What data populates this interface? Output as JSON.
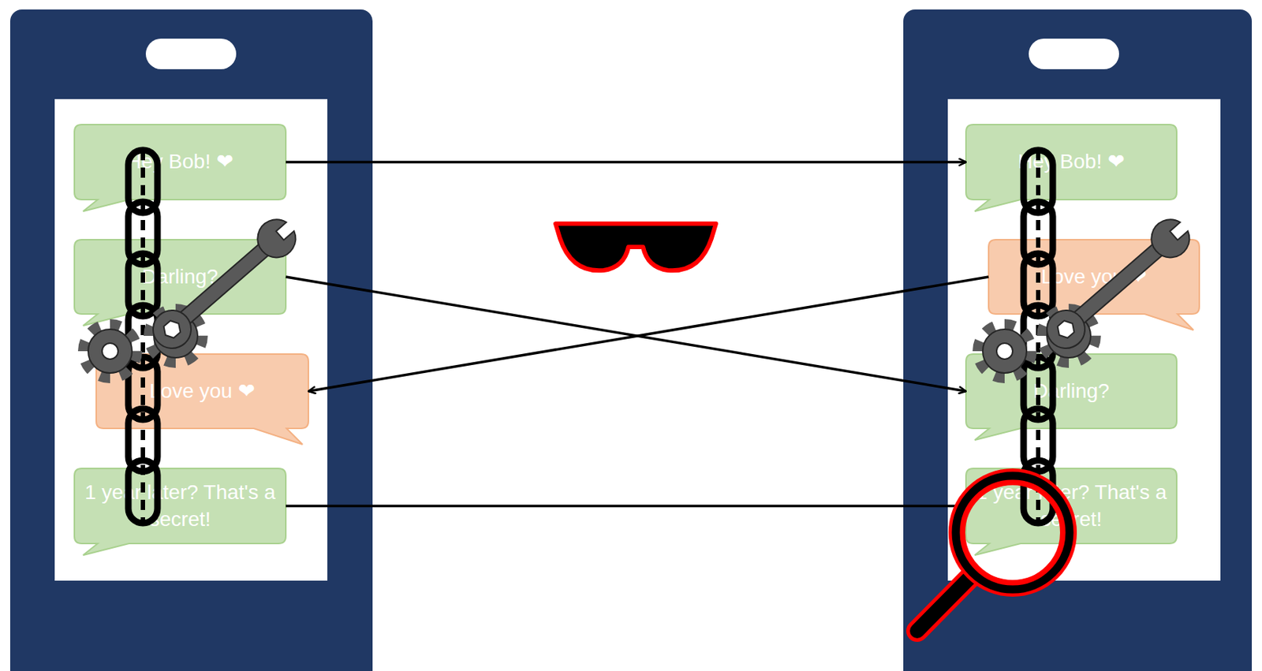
{
  "diagram": {
    "nodes": [
      {
        "text": [
          "Hey Bob! ❤"
        ]
      },
      {
        "text": [
          "Darling?"
        ]
      },
      {
        "text": [
          "Love you ❤"
        ]
      },
      {
        "text": [
          "1 year later? That's a secret!"
        ]
      },
      {
        "text": [
          "Hey Bob! ❤"
        ]
      },
      {
        "text": [
          "Love you ❤"
        ]
      },
      {
        "text": [
          "Darling?"
        ]
      },
      {
        "text": [
          "1 year later? That's a secret!"
        ]
      }
    ],
    "edges": [
      {
        "from": 0,
        "to": 4,
        "arrow": "to"
      },
      {
        "from": 1,
        "to": 6,
        "arrow": "to"
      },
      {
        "from": 5,
        "to": 2,
        "arrow": "to"
      },
      {
        "from": 3,
        "to": 7,
        "arrow": "to"
      }
    ]
  }
}
